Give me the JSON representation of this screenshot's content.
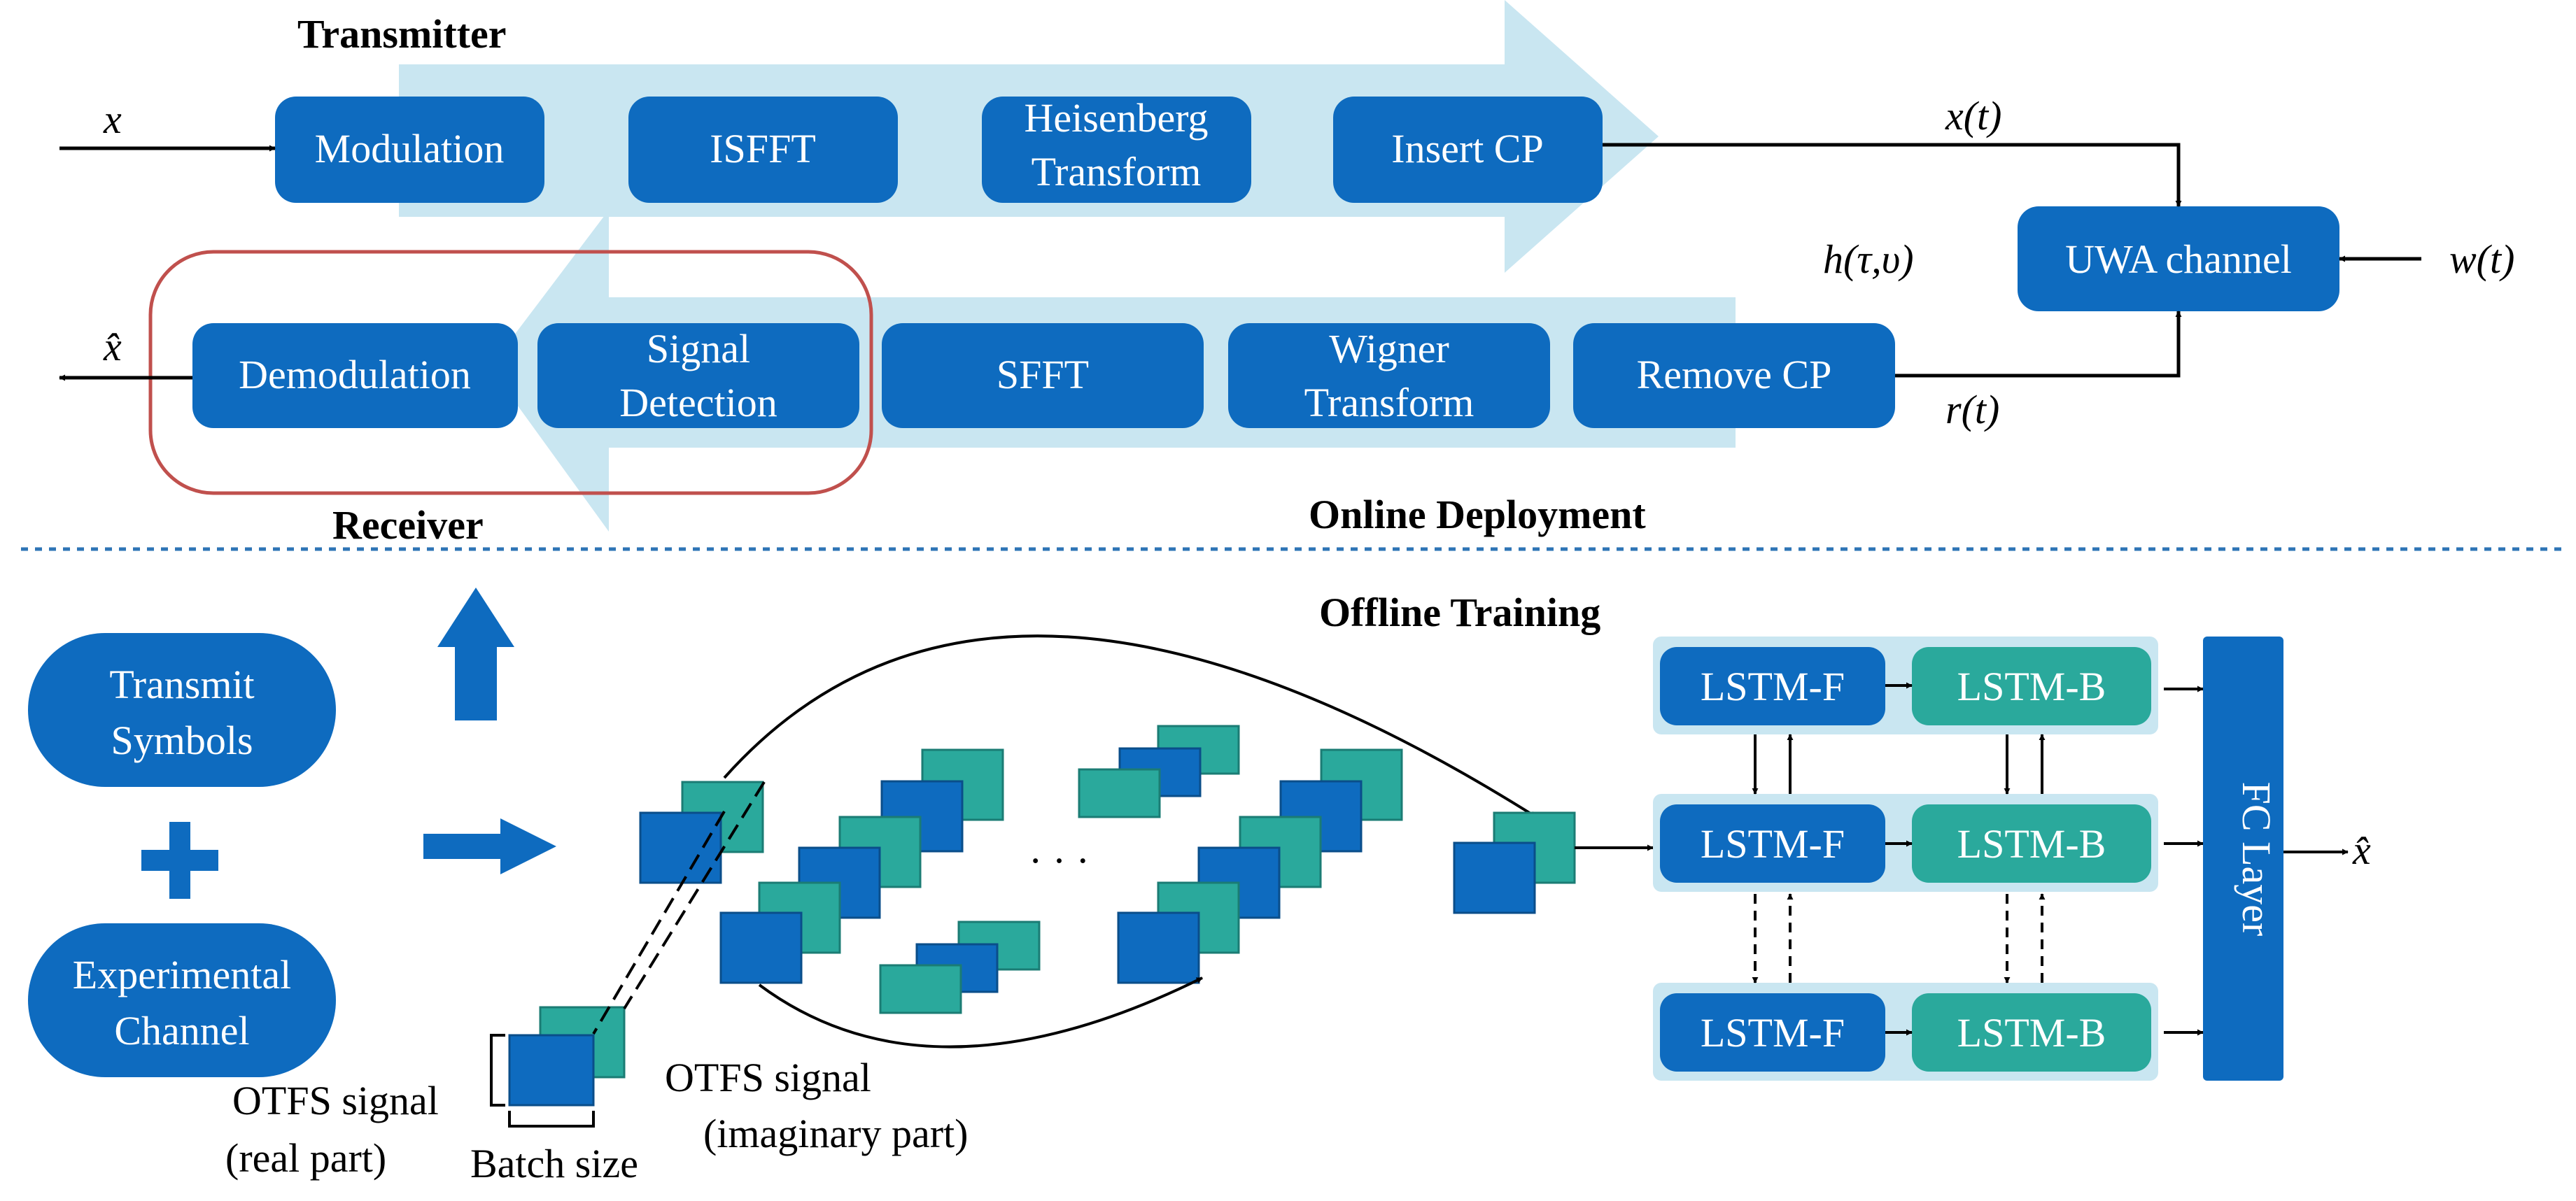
{
  "sections": {
    "transmitter": "Transmitter",
    "receiver": "Receiver",
    "online": "Online Deployment",
    "offline": "Offline Training"
  },
  "tx_blocks": [
    {
      "line1": "Modulation",
      "line2": ""
    },
    {
      "line1": "ISFFT",
      "line2": ""
    },
    {
      "line1": "Heisenberg",
      "line2": "Transform"
    },
    {
      "line1": "Insert CP",
      "line2": ""
    }
  ],
  "rx_blocks": [
    {
      "line1": "Demodulation",
      "line2": ""
    },
    {
      "line1": "Signal",
      "line2": "Detection"
    },
    {
      "line1": "SFFT",
      "line2": ""
    },
    {
      "line1": "Wigner",
      "line2": "Transform"
    },
    {
      "line1": "Remove CP",
      "line2": ""
    }
  ],
  "channel": {
    "label": "UWA channel"
  },
  "signals": {
    "x": "x",
    "xt": "x(t)",
    "h": "h(τ,υ)",
    "w": "w(t)",
    "r": "r(t)",
    "xhat": "x̂"
  },
  "inputs": {
    "transmit": {
      "line1": "Transmit",
      "line2": "Symbols"
    },
    "plus": "+",
    "experimental": {
      "line1": "Experimental",
      "line2": "Channel"
    }
  },
  "data_labels": {
    "real_line1": "OTFS signal",
    "real_line2": "(real part)",
    "imag_line1": "OTFS signal",
    "imag_line2": "(imaginary part)",
    "batch": "Batch size",
    "dots": "· · ·"
  },
  "lstm": {
    "forward": "LSTM-F",
    "backward": "LSTM-B",
    "fc": "FC Layer",
    "output": "x̂"
  },
  "colors": {
    "block_blue": "#0e6bbf",
    "teal": "#2aa99c",
    "light_arrow": "#c9e6f1",
    "receiver_outline": "#c0504d",
    "dotted_line": "#2e75b6"
  }
}
